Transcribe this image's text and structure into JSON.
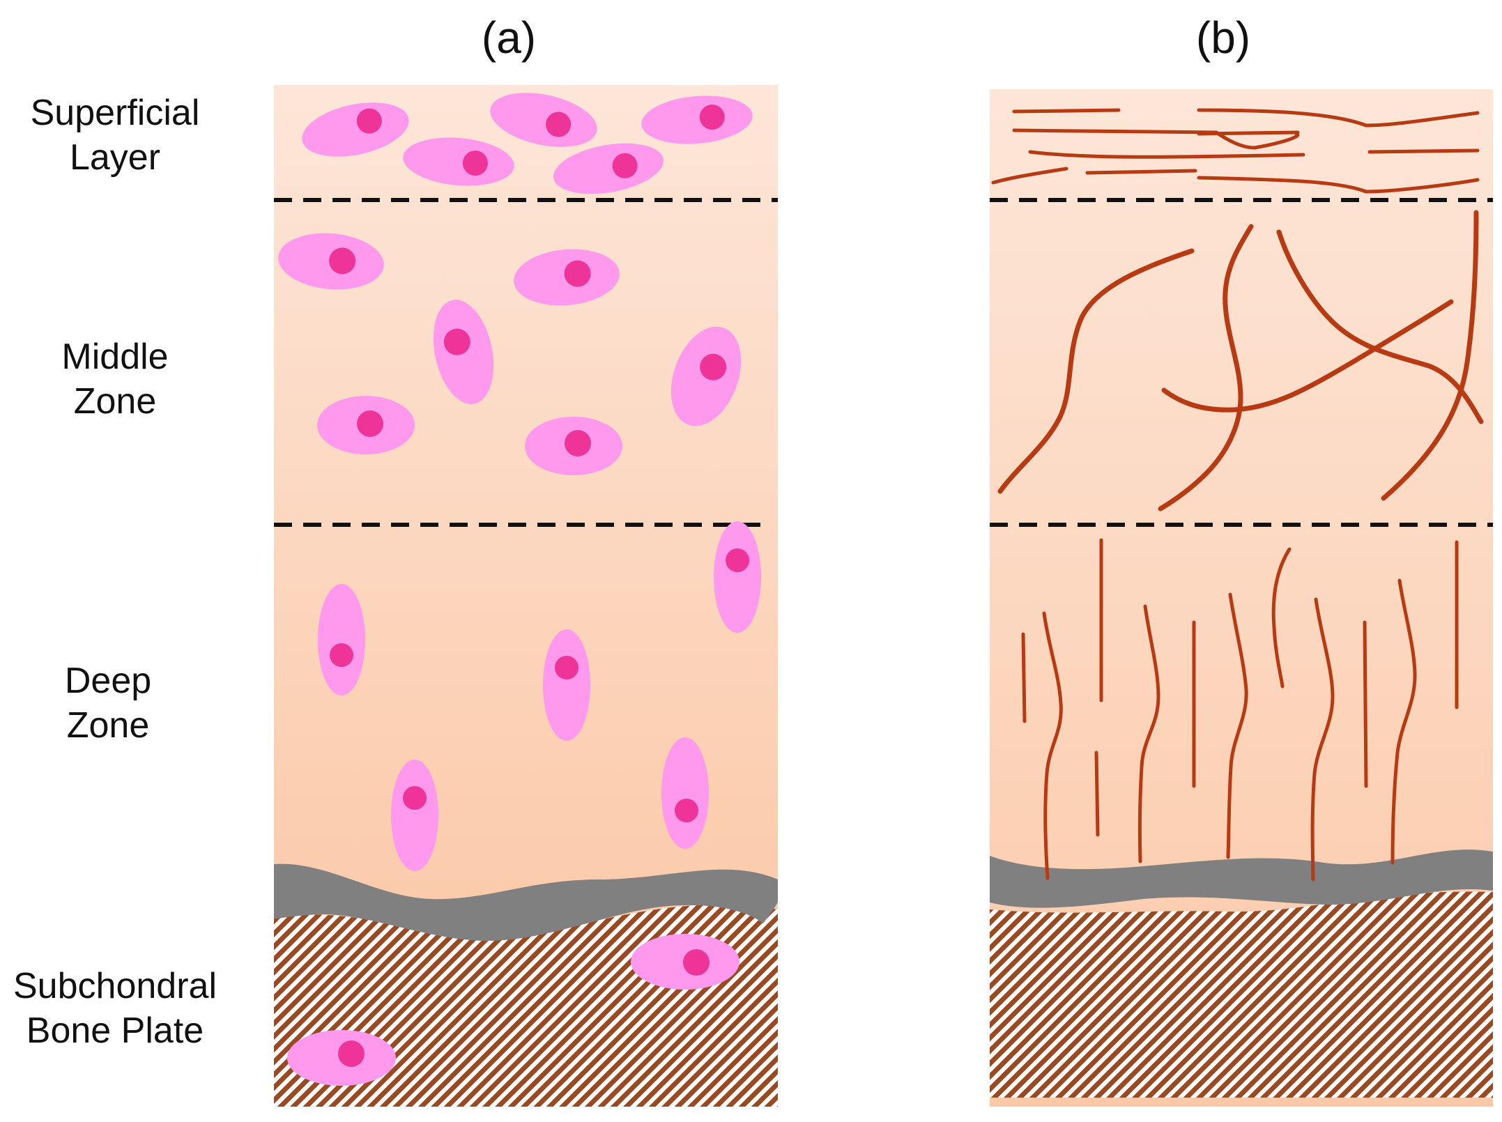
{
  "panels": [
    {
      "title": "(a)"
    },
    {
      "title": "(b)"
    }
  ],
  "zones": [
    {
      "line1": "Superficial",
      "line2": "Layer"
    },
    {
      "line1": "Middle",
      "line2": "Zone"
    },
    {
      "line1": "Deep",
      "line2": "Zone"
    },
    {
      "line1": "Subchondral",
      "line2": "Bone Plate"
    }
  ],
  "colors": {
    "cartilage_top": "#fde6d8",
    "cartilage_bottom": "#fbc9a8",
    "cell_body": "#ff99ee",
    "cell_nucleus": "#ee3399",
    "fiber": "#b83a12",
    "tidemark": "#808080",
    "bone_hatch": "#9a4a22",
    "divider": "#111111"
  }
}
